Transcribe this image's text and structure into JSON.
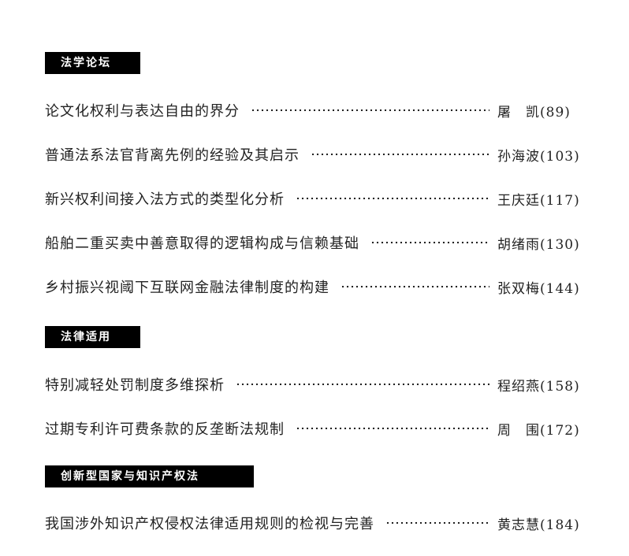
{
  "sections": [
    {
      "label": "法学论坛",
      "entries": [
        {
          "title": "论文化权利与表达自由的界分",
          "author": "屠　凯",
          "page": "(89)"
        },
        {
          "title": "普通法系法官背离先例的经验及其启示",
          "author": "孙海波",
          "page": "(103)"
        },
        {
          "title": "新兴权利间接入法方式的类型化分析",
          "author": "王庆廷",
          "page": "(117)"
        },
        {
          "title": "船舶二重买卖中善意取得的逻辑构成与信赖基础",
          "author": "胡绪雨",
          "page": "(130)"
        },
        {
          "title": "乡村振兴视阈下互联网金融法律制度的构建",
          "author": "张双梅",
          "page": "(144)"
        }
      ]
    },
    {
      "label": "法律适用",
      "entries": [
        {
          "title": "特别减轻处罚制度多维探析",
          "author": "程绍燕",
          "page": "(158)"
        },
        {
          "title": "过期专利许可费条款的反垄断法规制",
          "author": "周　围",
          "page": "(172)"
        }
      ]
    },
    {
      "label": "创新型国家与知识产权法",
      "entries": [
        {
          "title": "我国涉外知识产权侵权法律适用规则的检视与完善",
          "author": "黄志慧",
          "page": "(184)"
        }
      ]
    }
  ]
}
